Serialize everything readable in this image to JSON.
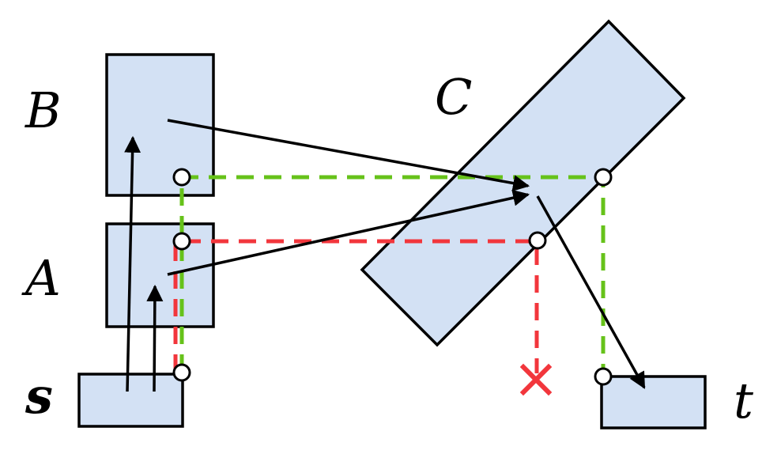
{
  "labels": {
    "s": "s",
    "a": "A",
    "b": "B",
    "c": "C",
    "t": "t"
  },
  "colors": {
    "box_fill": "#d3e1f4",
    "green_path": "#66c21a",
    "red_path": "#f2363c"
  }
}
